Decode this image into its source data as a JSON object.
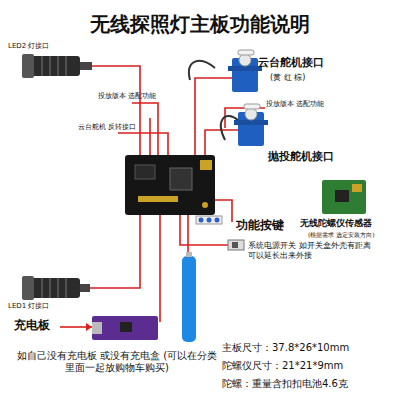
{
  "diagram": {
    "title": "无线探照灯主板功能说明",
    "labels": [
      "LED2 灯接口",
      "云台舵机接口",
      "(黄 红 棕)",
      "投放版本 选配功能",
      "云台舵机 反转接口",
      "投放版本 选配功能",
      "抛投舵机接口",
      "功能按键",
      "无线陀螺仪传感器",
      "(根据需求 选定安装方向)",
      "系统电源开关 如开关盒外壳有距离 可以延长出来外接",
      "LED1 灯接口",
      "充电板",
      "如自己没有充电板 或没有充电盒 (可以在分类里面一起放购物车购买)",
      "主板尺寸：37.8*26*10mm",
      "陀螺仪尺寸：21*21*9mm",
      "陀螺：重量含扣扣电池4.6克"
    ]
  }
}
